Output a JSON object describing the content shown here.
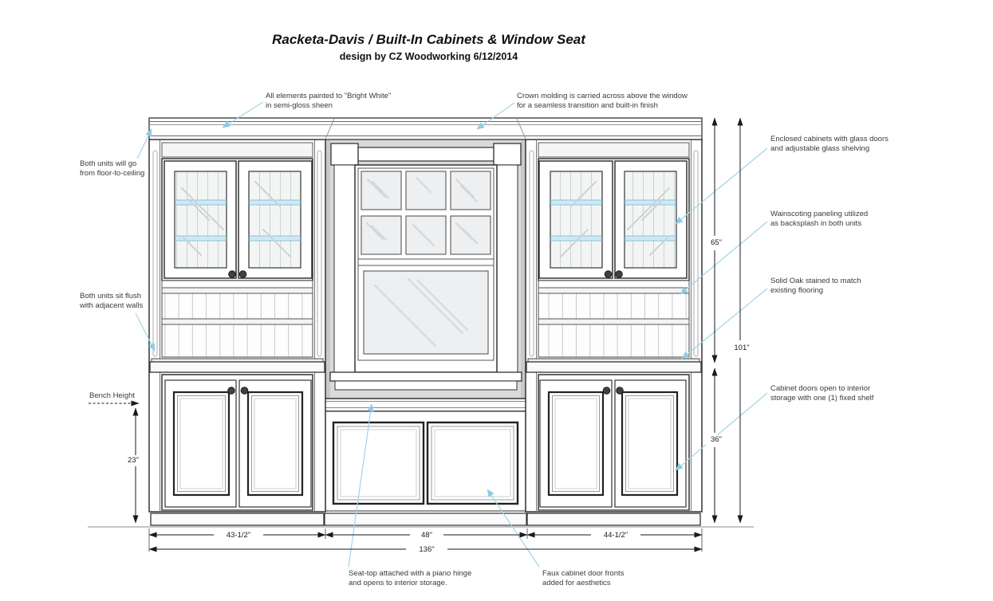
{
  "title": "Racketa-Davis / Built-In Cabinets & Window Seat",
  "subtitle": "design by CZ Woodworking 6/12/2014",
  "annotations": {
    "paint": "All elements painted to \"Bright White\"\nin semi-gloss sheen",
    "crown": "Crown molding is carried across above the window\nfor a seamless transition and built-in finish",
    "floor_to_ceiling": "Both units will go\nfrom floor-to-ceiling",
    "flush": "Both units sit flush\nwith adjacent walls",
    "bench_height_label": "Bench Height",
    "enclosed": "Enclosed cabinets with glass doors\nand adjustable glass shelving",
    "wainscoting": "Wainscoting paneling utilized\nas backsplash in both units",
    "solid_oak": "Solid Oak stained to match\nexisting flooring",
    "cabinet_doors": "Cabinet doors open to interior\nstorage with one (1) fixed shelf",
    "seat_top": "Seat-top attached with a piano hinge\nand opens to interior storage.",
    "faux_fronts": "Faux cabinet door fronts\nadded for aesthetics"
  },
  "dimensions": {
    "upper_cabinet_height": "65\"",
    "total_height": "101\"",
    "lower_cabinet_height": "36\"",
    "bench_height": "23\"",
    "left_unit_width": "43-1/2\"",
    "window_section_width": "48\"",
    "right_unit_width": "44-1/2\"",
    "total_width": "136\""
  },
  "colors": {
    "leader_blue": "#a3d4ea",
    "glass_shelf_blue": "#cfe9f3",
    "wall_gray": "#dadada",
    "line_dark": "#2b2b2b"
  }
}
